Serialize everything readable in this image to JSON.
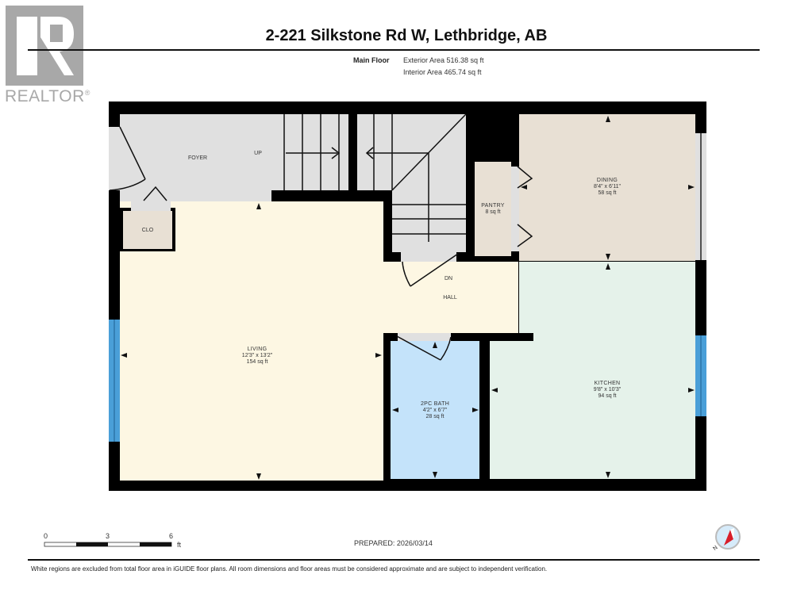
{
  "logo": {
    "text": "REALTOR",
    "mark": "®",
    "color": "#a8a8a8"
  },
  "header": {
    "title": "2-221 Silkstone Rd W, Lethbridge, AB",
    "floor_name": "Main Floor",
    "exterior_area": "Exterior Area 516.38 sq ft",
    "interior_area": "Interior Area 465.74 sq ft"
  },
  "rooms": {
    "foyer": {
      "name": "FOYER",
      "color": "#e0e0e0"
    },
    "up": {
      "label": "UP"
    },
    "clo": {
      "name": "CLO",
      "color": "#e8e0d4"
    },
    "pantry": {
      "name": "PANTRY",
      "area": "8 sq ft",
      "color": "#e8e0d4"
    },
    "dining": {
      "name": "DINING",
      "dims": "8'4\" x 6'11\"",
      "area": "58 sq ft",
      "color": "#e8e0d4"
    },
    "dn": {
      "label": "DN"
    },
    "hall": {
      "name": "HALL",
      "color": "#fdf7e3"
    },
    "living": {
      "name": "LIVING",
      "dims": "12'3\" x 13'2\"",
      "area": "154 sq ft",
      "color": "#fdf7e3"
    },
    "bath": {
      "name": "2PC BATH",
      "dims": "4'2\" x 6'7\"",
      "area": "28 sq ft",
      "color": "#c4e3fa"
    },
    "kitchen": {
      "name": "KITCHEN",
      "dims": "9'8\" x 10'3\"",
      "area": "94 sq ft",
      "color": "#e5f2ea"
    }
  },
  "colors": {
    "wall": "#000000",
    "window": "#4a9fd8",
    "stair": "#e0e0e0"
  },
  "scale_bar": {
    "ticks": [
      "0",
      "3",
      "6"
    ],
    "unit": "ft"
  },
  "footer": {
    "prepared": "PREPARED: 2026/03/14",
    "compass_label": "N",
    "disclaimer": "White regions are excluded from total floor area in iGUIDE floor plans. All room dimensions and floor areas must be considered approximate and are subject to independent verification."
  }
}
